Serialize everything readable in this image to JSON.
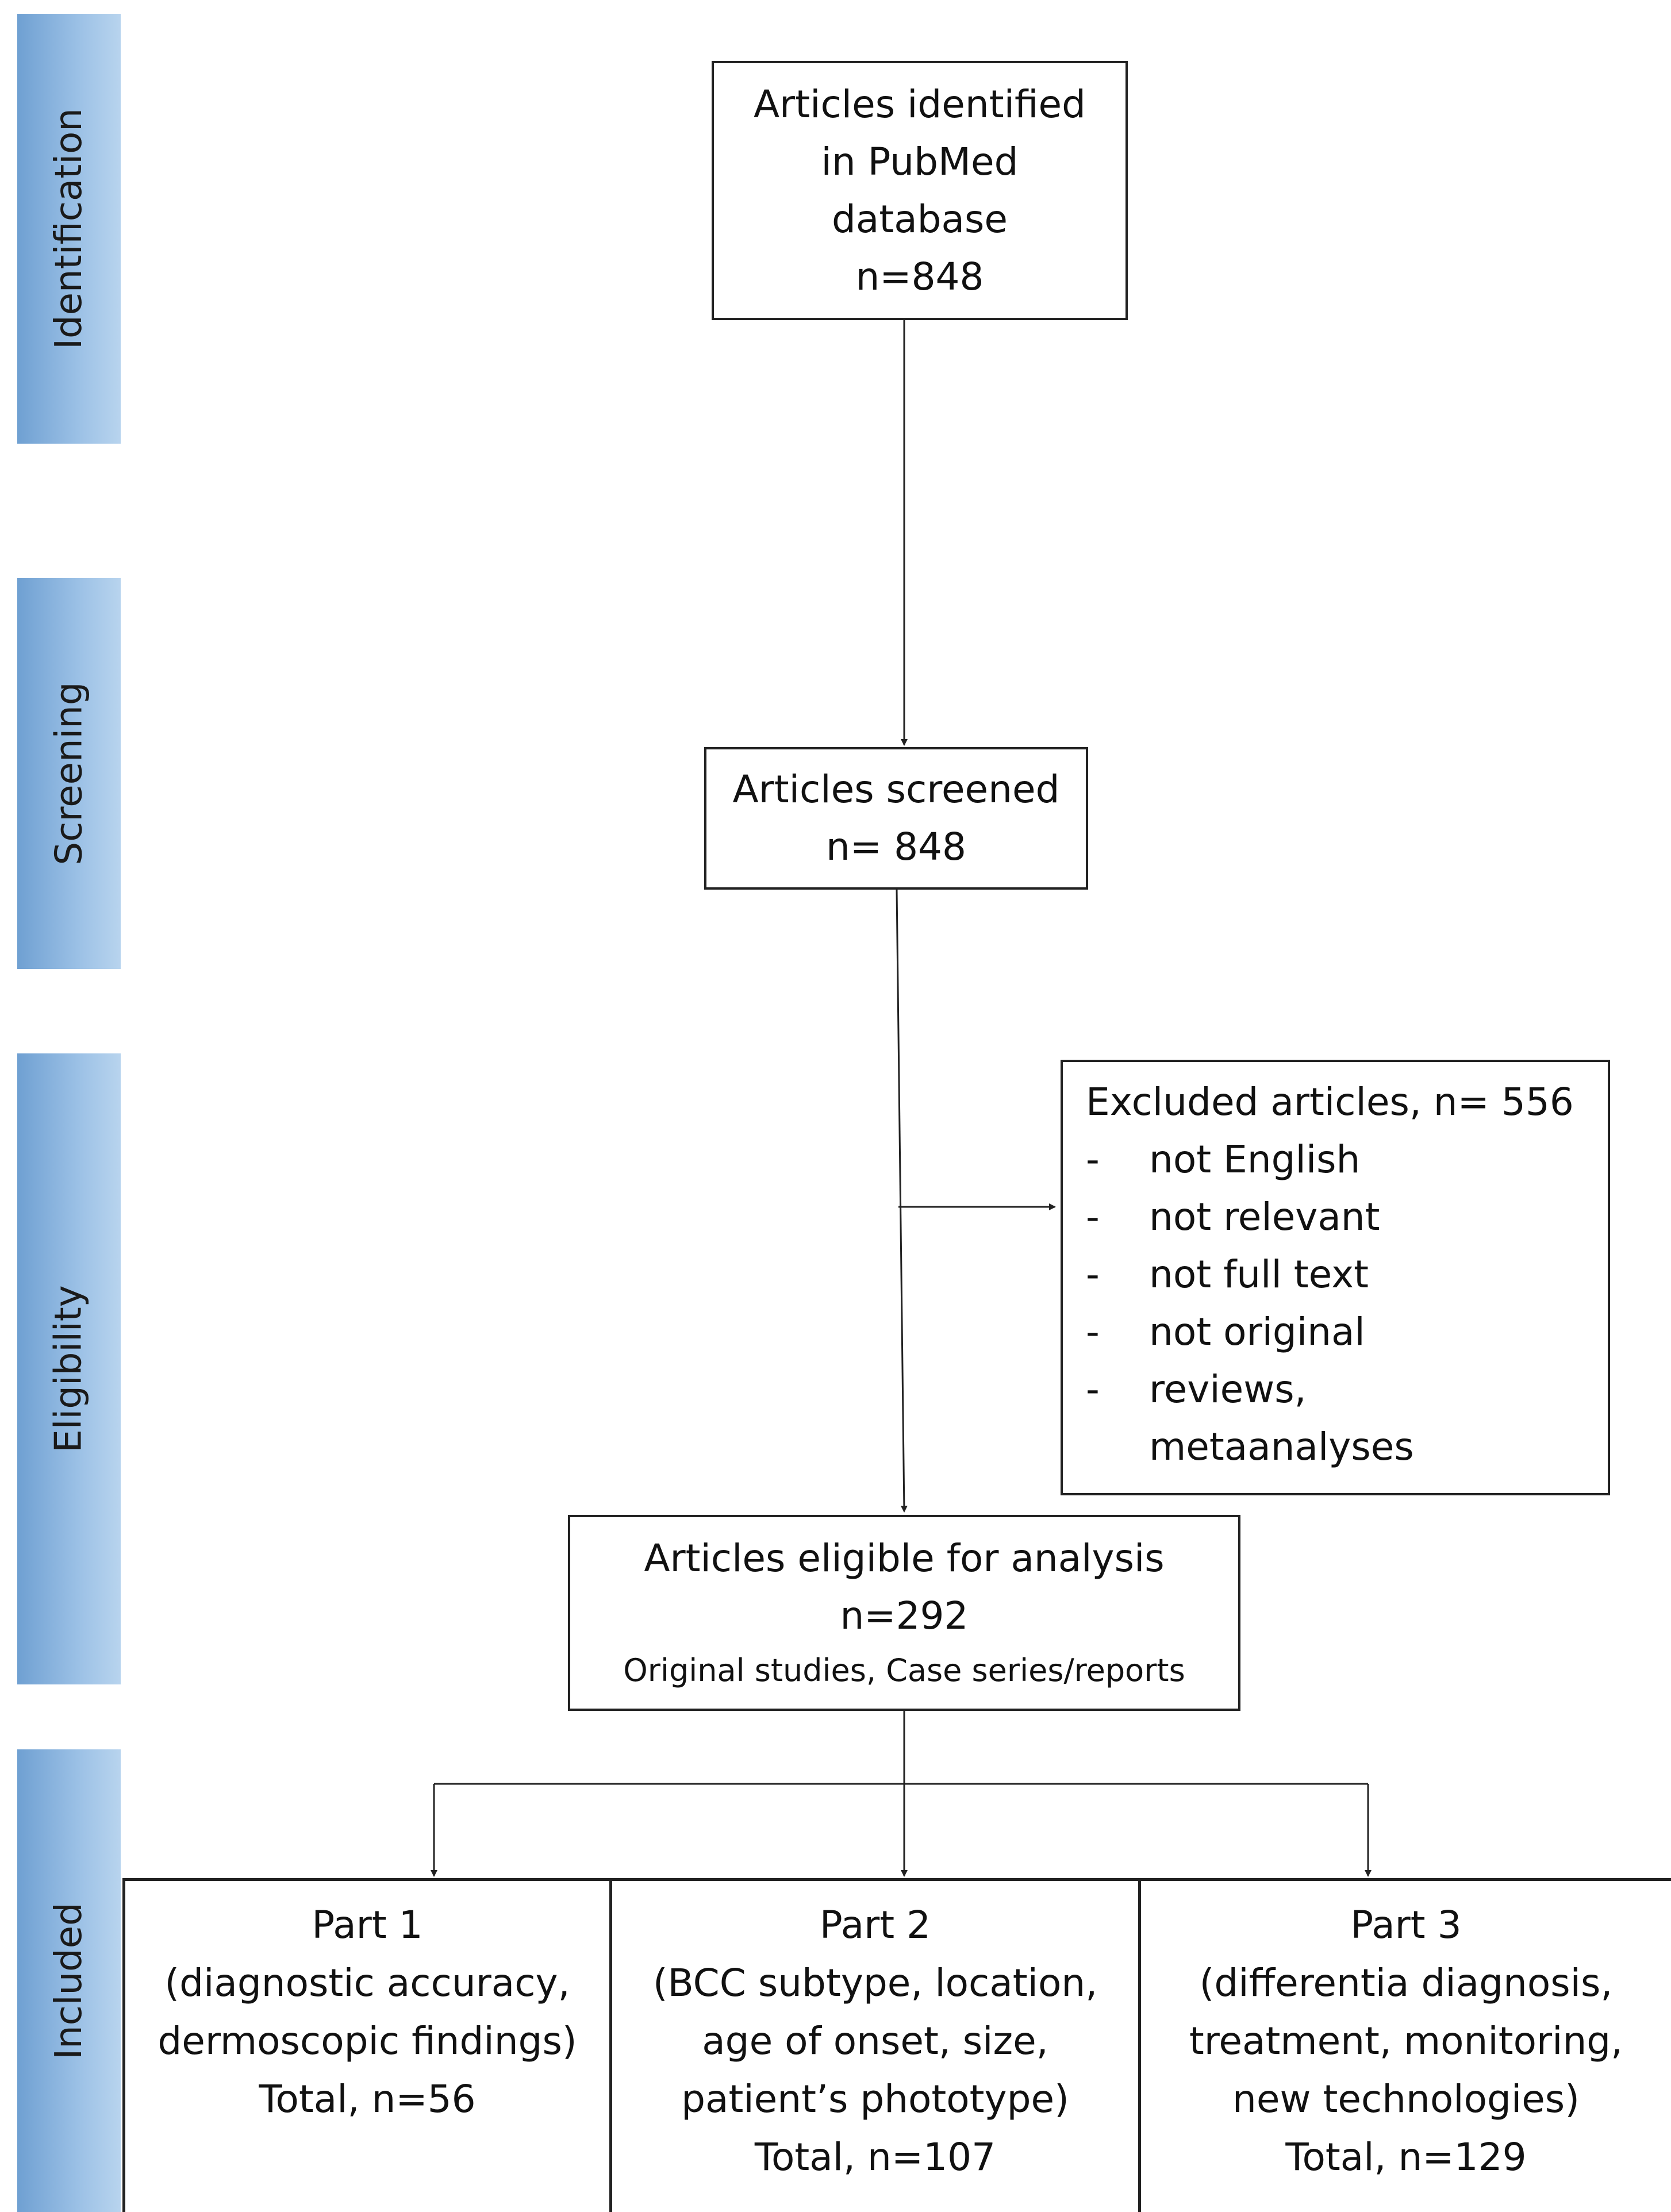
{
  "stages": [
    "Identification",
    "Screening",
    "Eligibility",
    "Included"
  ],
  "identified": {
    "lines": [
      "Articles identified",
      "in PubMed",
      "database",
      "n=848"
    ]
  },
  "screened": {
    "lines": [
      "Articles screened",
      "n= 848"
    ]
  },
  "excluded": {
    "title": "Excluded articles, n= 556",
    "bullet": "-",
    "items": [
      "not English",
      "not relevant",
      "not full text",
      "not original",
      "reviews,",
      "metaanalyses"
    ]
  },
  "eligible": {
    "lines": [
      "Articles eligible for analysis",
      "n=292"
    ],
    "note": "Original studies, Case series/reports"
  },
  "parts": [
    {
      "lines": [
        "Part 1",
        "(diagnostic accuracy,",
        "dermoscopic findings)",
        "Total, n=56"
      ]
    },
    {
      "lines": [
        "Part 2",
        "(BCC subtype, location,",
        "age of onset, size,",
        "patient’s phototype)",
        "Total, n=107"
      ]
    },
    {
      "lines": [
        "Part 3",
        "(differentia diagnosis,",
        "treatment, monitoring,",
        "new technologies)",
        "Total, n=129"
      ]
    }
  ]
}
